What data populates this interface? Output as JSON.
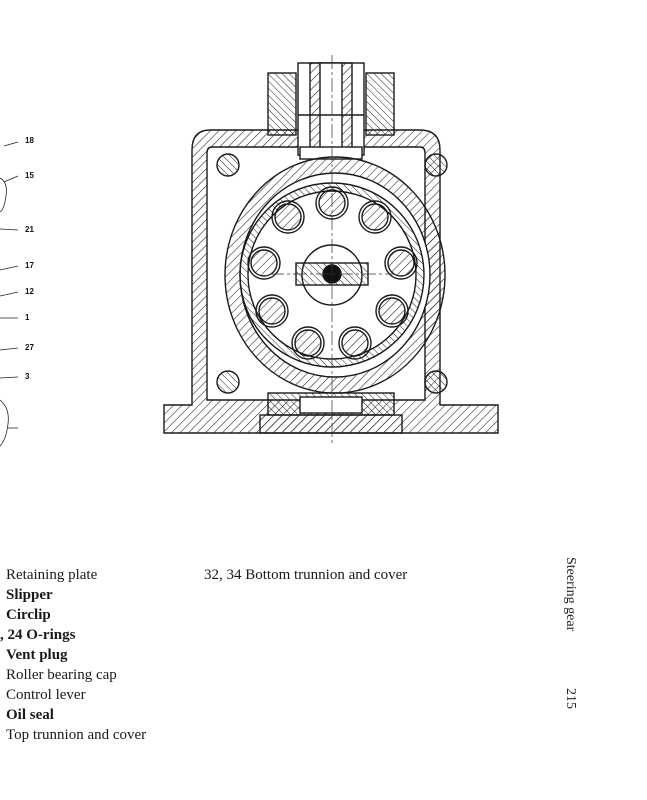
{
  "callouts": [
    "18",
    "15",
    "21",
    "17",
    "12",
    "1",
    "27",
    "3"
  ],
  "legend": {
    "left_lines": [
      "Retaining plate",
      "Slipper",
      "Circlip",
      ", 24 O-rings",
      "Vent plug",
      "Roller bearing cap",
      "Control lever",
      "Oil seal",
      "Top trunnion and cover"
    ],
    "right_lines": [
      "32, 34 Bottom trunnion and cover"
    ]
  },
  "sidebar": {
    "section_title": "Steering gear",
    "page_number": "215"
  }
}
